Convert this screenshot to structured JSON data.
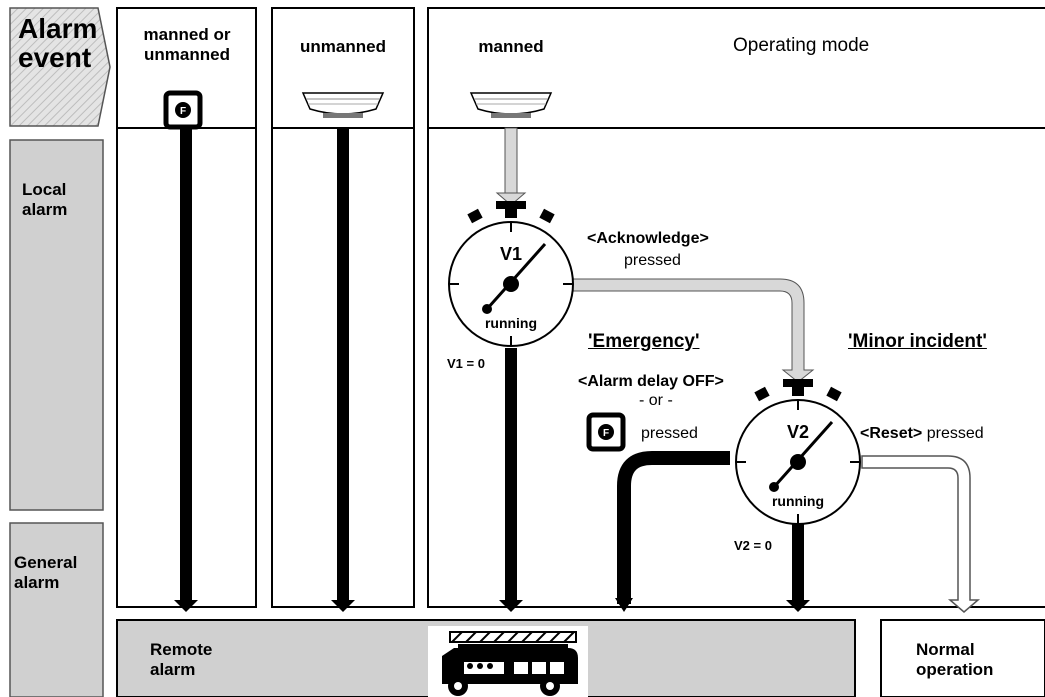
{
  "sidebar": {
    "alarm_event": "Alarm event",
    "local_alarm": "Local alarm",
    "general_alarm": "General alarm"
  },
  "columns": {
    "col1_mode": "manned or unmanned",
    "col2_mode": "unmanned",
    "col3_mode": "manned",
    "operating_mode": "Operating mode"
  },
  "timers": {
    "v1_name": "V1",
    "v1_state": "running",
    "v1_zero": "V1 = 0",
    "v2_name": "V2",
    "v2_state": "running",
    "v2_zero": "V2 = 0"
  },
  "actions": {
    "acknowledge": "<Acknowledge>",
    "acknowledge_pressed": "pressed",
    "emergency": "'Emergency'",
    "minor_incident": "'Minor incident'",
    "alarm_delay_off": "<Alarm delay OFF>",
    "or": "- or -",
    "fire_pressed": "pressed",
    "reset": "<Reset>",
    "reset_pressed": "pressed"
  },
  "outcomes": {
    "remote_alarm": "Remote alarm",
    "normal_operation": "Normal operation"
  },
  "icons": [
    "fire-button-icon",
    "detector-icon",
    "stopwatch-icon",
    "fire-truck-icon"
  ],
  "colors": {
    "panel_gray": "#d0d0d0",
    "arrow_gray": "#d8d8d8",
    "black": "#000000"
  }
}
